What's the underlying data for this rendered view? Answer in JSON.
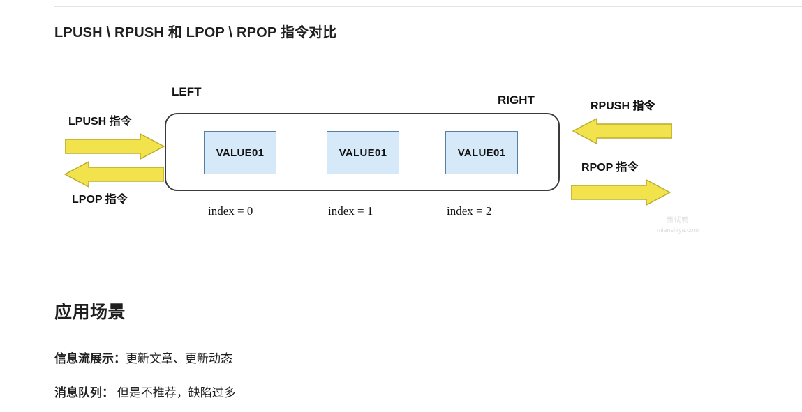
{
  "page": {
    "title": "LPUSH \\ RPUSH 和 LPOP \\ RPOP 指令对比"
  },
  "diagram": {
    "left_label": "LEFT",
    "right_label": "RIGHT",
    "cells": [
      {
        "value": "VALUE01",
        "index_label": "index = 0"
      },
      {
        "value": "VALUE01",
        "index_label": "index = 1"
      },
      {
        "value": "VALUE01",
        "index_label": "index = 2"
      }
    ],
    "commands": {
      "lpush": "LPUSH 指令",
      "lpop": "LPOP 指令",
      "rpush": "RPUSH 指令",
      "rpop": "RPOP 指令"
    },
    "colors": {
      "arrow_fill": "#f2e34c",
      "arrow_stroke": "#b9ab2e",
      "cell_fill": "#d6e9f8",
      "cell_stroke": "#5a7fa0",
      "box_stroke": "#3b3b3b"
    },
    "watermark": {
      "line1": "面试鸭",
      "line2": "mianshiya.com"
    }
  },
  "section": {
    "heading": "应用场景",
    "items": [
      {
        "term": "信息流展示：",
        "desc": "更新文章、更新动态"
      },
      {
        "term": "消息队列：",
        "desc": " 但是不推荐，缺陷过多"
      }
    ]
  }
}
